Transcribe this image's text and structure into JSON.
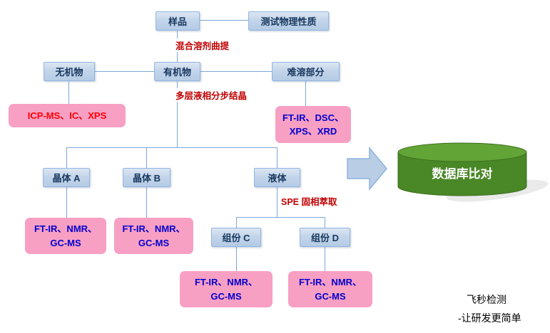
{
  "nodes": {
    "sample": "样品",
    "physical_test": "测试物理性质",
    "inorganic": "无机物",
    "organic": "有机物",
    "insoluble": "难溶部分",
    "crystal_a": "晶体 A",
    "crystal_b": "晶体 B",
    "liquid": "液体",
    "component_c": "组份 C",
    "component_d": "组份 D"
  },
  "process_labels": {
    "mixed_solvent": "混合溶剂曲提",
    "crystallization": "多层液相分步结晶",
    "spe": "SPE 固相萃取"
  },
  "methods": {
    "inorganic": "ICP-MS、IC、XPS",
    "insoluble": [
      "FT-IR、DSC、",
      "XPS、XRD"
    ],
    "crystal_a": [
      "FT-IR、NMR、",
      "GC-MS"
    ],
    "crystal_b": [
      "FT-IR、NMR、",
      "GC-MS"
    ],
    "component_c": [
      "FT-IR、NMR、",
      "GC-MS"
    ],
    "component_d": [
      "FT-IR、NMR、",
      "GC-MS"
    ]
  },
  "database": "数据库比对",
  "footer": {
    "line1": "飞秒检测",
    "line2": "-让研发更简单"
  },
  "colors": {
    "node_fill": "#c3d5ea",
    "node_border": "#8eb4e3",
    "node_text": "#17375e",
    "method_fill": "#f89fc4",
    "method_text_red": "#ff0000",
    "method_text_blue": "#0000cc",
    "process_label": "#c00000",
    "connector": "#7da7d8",
    "arrow_fill": "#b9cde5",
    "arrow_border": "#8db3e2",
    "cylinder_body": "#4a8727",
    "cylinder_top": "#63a437",
    "cylinder_text": "#ffffff"
  }
}
